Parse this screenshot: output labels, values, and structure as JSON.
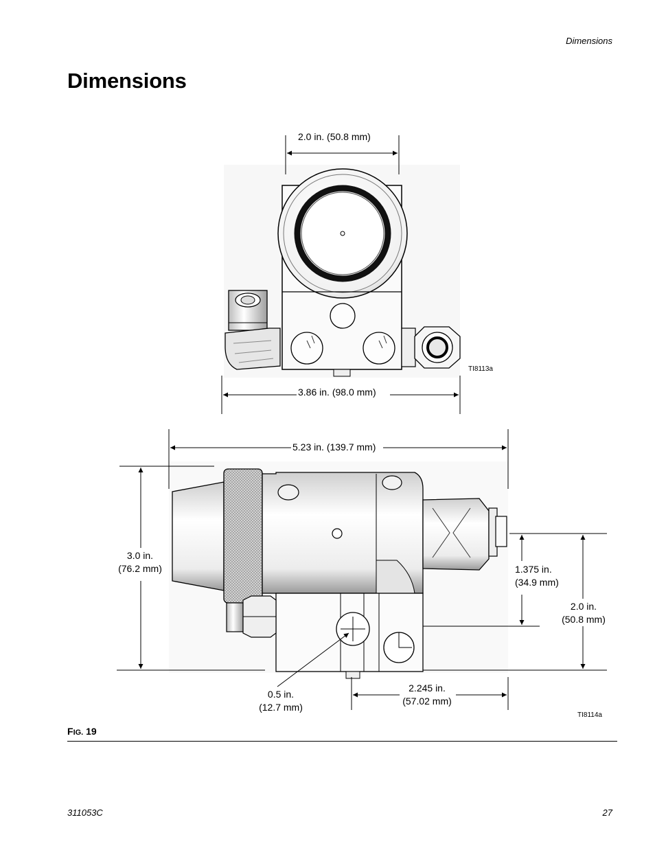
{
  "header": {
    "running_head": "Dimensions"
  },
  "page": {
    "title": "Dimensions"
  },
  "figure_top": {
    "width_label": "2.0 in. (50.8 mm)",
    "overall_label": "3.86 in. (98.0 mm)",
    "ref_code": "TI8113a"
  },
  "figure_side": {
    "length_label": "5.23 in. (139.7 mm)",
    "height_label_1": "3.0 in.",
    "height_label_2": "(76.2 mm)",
    "inlet_label_1": "1.375 in.",
    "inlet_label_2": "(34.9 mm)",
    "base_label_1": "2.0 in.",
    "base_label_2": "(50.8 mm)",
    "mount_label_1": "0.5 in.",
    "mount_label_2": "(12.7 mm)",
    "rear_label_1": "2.245 in.",
    "rear_label_2": "(57.02 mm)",
    "ref_code": "TI8114a"
  },
  "caption": {
    "prefix_first": "F",
    "prefix_rest": "IG.",
    "number": "19"
  },
  "footer": {
    "doc_number": "311053C",
    "page_number": "27"
  }
}
